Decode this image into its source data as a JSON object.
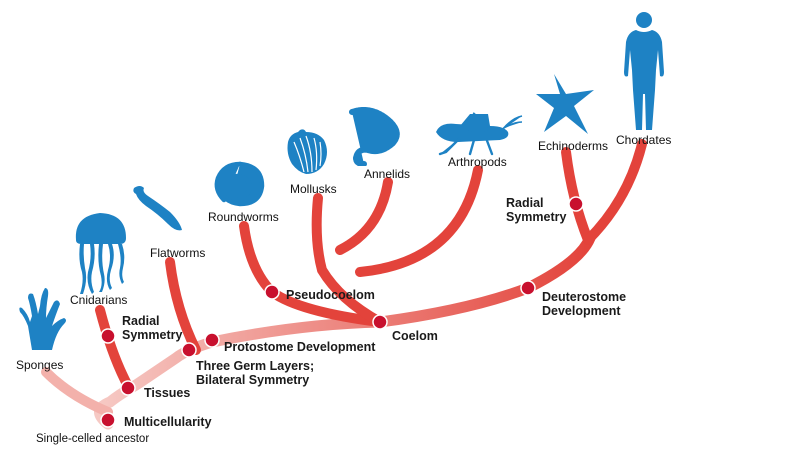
{
  "colors": {
    "branch": "#e3433b",
    "branch_faded": "#f3b1ab",
    "node": "#c8102e",
    "animal": "#1e82c4"
  },
  "root": {
    "label": "Single-celled ancestor"
  },
  "taxa": [
    {
      "id": "sponges",
      "label": "Sponges",
      "icon": "sponge-icon"
    },
    {
      "id": "cnidarians",
      "label": "Cnidarians",
      "icon": "jellyfish-icon"
    },
    {
      "id": "flatworms",
      "label": "Flatworms",
      "icon": "flatworm-icon"
    },
    {
      "id": "roundworms",
      "label": "Roundworms",
      "icon": "roundworm-icon"
    },
    {
      "id": "mollusks",
      "label": "Mollusks",
      "icon": "shell-icon"
    },
    {
      "id": "annelids",
      "label": "Annelids",
      "icon": "segmented-worm-icon"
    },
    {
      "id": "arthropods",
      "label": "Arthropods",
      "icon": "grasshopper-icon"
    },
    {
      "id": "echinoderms",
      "label": "Echinoderms",
      "icon": "starfish-icon"
    },
    {
      "id": "chordates",
      "label": "Chordates",
      "icon": "human-icon"
    }
  ],
  "traits": {
    "multicellularity": "Multicellularity",
    "tissues": "Tissues",
    "radial_symmetry_cnidarians": [
      "Radial",
      "Symmetry"
    ],
    "three_germ_layers": [
      "Three Germ Layers;",
      "Bilateral Symmetry"
    ],
    "protostome_development": "Protostome Development",
    "pseudocoelom": "Pseudocoelom",
    "coelom": "Coelom",
    "deuterostome_development": [
      "Deuterostome",
      "Development"
    ],
    "radial_symmetry_echinoderms": [
      "Radial",
      "Symmetry"
    ]
  }
}
